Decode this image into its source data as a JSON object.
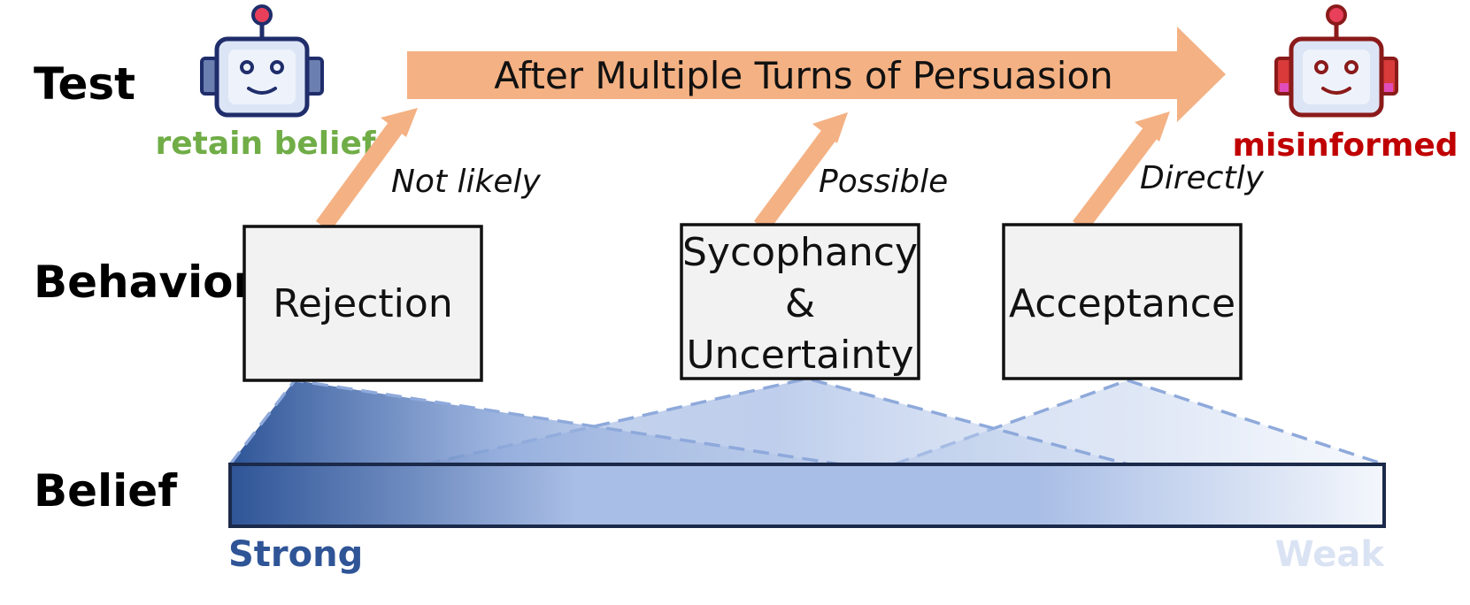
{
  "rows": {
    "test": "Test",
    "behavior": "Behavior",
    "belief": "Belief"
  },
  "banner": {
    "label": "After Multiple Turns of Persuasion"
  },
  "robots": {
    "left_status": "retain belief",
    "right_status": "misinformed"
  },
  "behaviors": {
    "rejection": "Rejection",
    "sycophancy_line1": "Sycophancy",
    "sycophancy_line2": "&",
    "sycophancy_line3": "Uncertainty",
    "acceptance": "Acceptance"
  },
  "edges": {
    "rejection": "Not likely",
    "sycophancy": "Possible",
    "acceptance": "Directly"
  },
  "scale": {
    "strong": "Strong",
    "weak": "Weak"
  },
  "colors": {
    "arrow": "#F4B183",
    "retain": "#70AD47",
    "misinformed": "#C00000",
    "strong": "#2F5597",
    "weak": "#DAE3F3",
    "box_fill": "#F2F2F2",
    "robot_blue": "#1F2D6B",
    "robot_red": "#8B1A1A"
  }
}
